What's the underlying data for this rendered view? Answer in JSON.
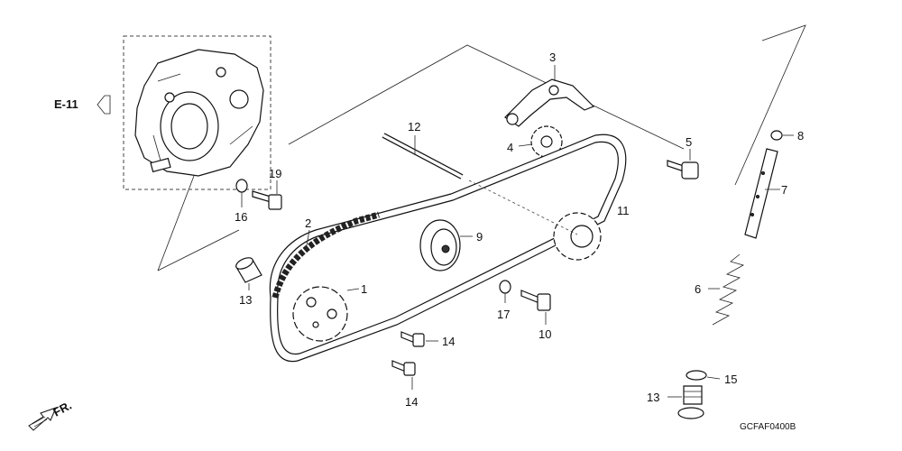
{
  "diagram": {
    "ref_label": "E-11",
    "diagram_code": "GCFAF0400B",
    "direction_label": "FR.",
    "callouts": [
      {
        "id": "c1",
        "text": "1"
      },
      {
        "id": "c2",
        "text": "2"
      },
      {
        "id": "c3",
        "text": "3"
      },
      {
        "id": "c4",
        "text": "4"
      },
      {
        "id": "c5",
        "text": "5"
      },
      {
        "id": "c6",
        "text": "6"
      },
      {
        "id": "c7",
        "text": "7"
      },
      {
        "id": "c8",
        "text": "8"
      },
      {
        "id": "c9",
        "text": "9"
      },
      {
        "id": "c10",
        "text": "10"
      },
      {
        "id": "c11",
        "text": "11"
      },
      {
        "id": "c12",
        "text": "12"
      },
      {
        "id": "c13a",
        "text": "13"
      },
      {
        "id": "c13b",
        "text": "13"
      },
      {
        "id": "c14a",
        "text": "14"
      },
      {
        "id": "c14b",
        "text": "14"
      },
      {
        "id": "c15",
        "text": "15"
      },
      {
        "id": "c16",
        "text": "16"
      },
      {
        "id": "c17",
        "text": "17"
      },
      {
        "id": "c19",
        "text": "19"
      }
    ]
  }
}
